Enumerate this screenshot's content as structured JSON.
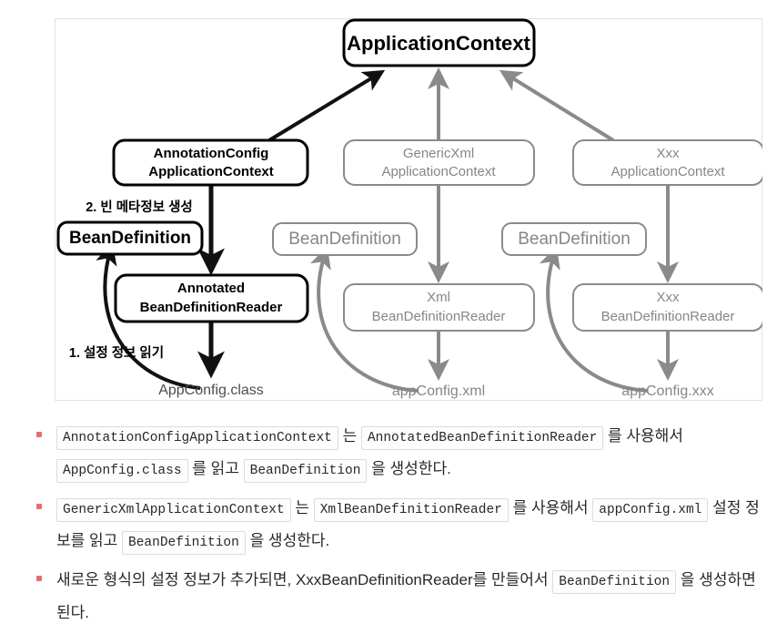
{
  "diagram": {
    "nodes": {
      "application_context": "ApplicationContext",
      "annotation_config_ctx_line1": "AnnotationConfig",
      "annotation_config_ctx_line2": "ApplicationContext",
      "generic_xml_ctx_line1": "GenericXml",
      "generic_xml_ctx_line2": "ApplicationContext",
      "xxx_ctx_line1": "Xxx",
      "xxx_ctx_line2": "ApplicationContext",
      "bean_definition_left": "BeanDefinition",
      "bean_definition_mid": "BeanDefinition",
      "bean_definition_right": "BeanDefinition",
      "annotated_reader_line1": "Annotated",
      "annotated_reader_line2": "BeanDefinitionReader",
      "xml_reader_line1": "Xml",
      "xml_reader_line2": "BeanDefinitionReader",
      "xxx_reader_line1": "Xxx",
      "xxx_reader_line2": "BeanDefinitionReader",
      "app_config_class": "AppConfig.class",
      "app_config_xml": "appConfig.xml",
      "app_config_xxx": "appConfig.xxx"
    },
    "labels": {
      "step2": "2. 빈 메타정보 생성",
      "step1": "1. 설정 정보 읽기"
    },
    "colors": {
      "primary_stroke": "#000000",
      "secondary_stroke": "#8a8a8a",
      "frame_border": "#e2e2e2",
      "background": "#ffffff"
    }
  },
  "notes": {
    "bullet_color": "#e2706e",
    "items": [
      {
        "parts": [
          {
            "type": "code",
            "text": "AnnotationConfigApplicationContext"
          },
          {
            "type": "text",
            "text": " 는 "
          },
          {
            "type": "code",
            "text": "AnnotatedBeanDefinitionReader"
          },
          {
            "type": "text",
            "text": " 를 사용해서 "
          },
          {
            "type": "code",
            "text": "AppConfig.class"
          },
          {
            "type": "text",
            "text": " 를 읽고 "
          },
          {
            "type": "code",
            "text": "BeanDefinition"
          },
          {
            "type": "text",
            "text": " 을 생성한다."
          }
        ]
      },
      {
        "parts": [
          {
            "type": "code",
            "text": "GenericXmlApplicationContext"
          },
          {
            "type": "text",
            "text": " 는 "
          },
          {
            "type": "code",
            "text": "XmlBeanDefinitionReader"
          },
          {
            "type": "text",
            "text": " 를 사용해서 "
          },
          {
            "type": "code",
            "text": "appConfig.xml"
          },
          {
            "type": "text",
            "text": " 설정 정보를 읽고 "
          },
          {
            "type": "code",
            "text": "BeanDefinition"
          },
          {
            "type": "text",
            "text": " 을 생성한다."
          }
        ]
      },
      {
        "parts": [
          {
            "type": "text",
            "text": "새로운 형식의 설정 정보가 추가되면, XxxBeanDefinitionReader를 만들어서 "
          },
          {
            "type": "code",
            "text": "BeanDefinition"
          },
          {
            "type": "text",
            "text": " 을 생성하면 된다."
          }
        ]
      }
    ]
  }
}
